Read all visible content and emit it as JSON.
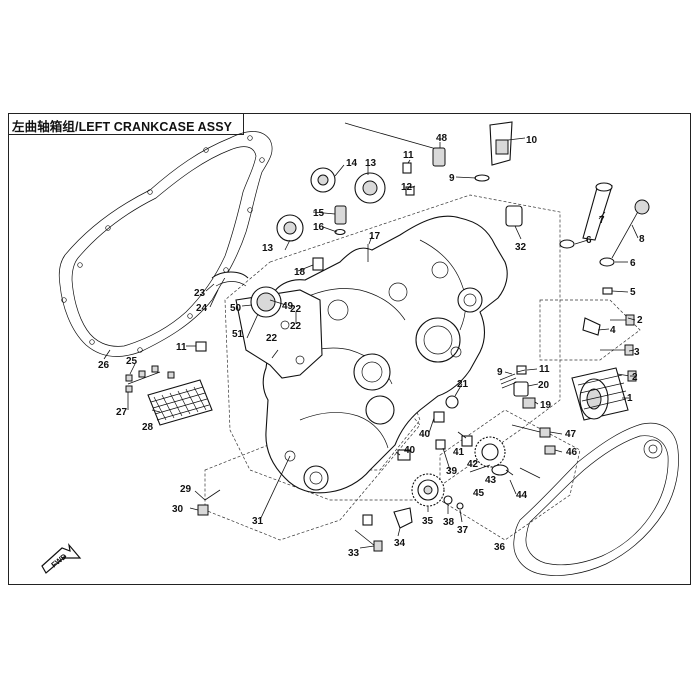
{
  "title": "左曲轴箱组/LEFT CRANKCASE ASSY",
  "fwd_label": "FWD",
  "callouts": [
    {
      "name": "callout-1",
      "text": "1"
    },
    {
      "name": "callout-2a",
      "text": "2"
    },
    {
      "name": "callout-2b",
      "text": "2"
    },
    {
      "name": "callout-3",
      "text": "3"
    },
    {
      "name": "callout-4",
      "text": "4"
    },
    {
      "name": "callout-5",
      "text": "5"
    },
    {
      "name": "callout-6a",
      "text": "6"
    },
    {
      "name": "callout-6b",
      "text": "6"
    },
    {
      "name": "callout-7",
      "text": "7"
    },
    {
      "name": "callout-8",
      "text": "8"
    },
    {
      "name": "callout-9a",
      "text": "9"
    },
    {
      "name": "callout-9b",
      "text": "9"
    },
    {
      "name": "callout-10",
      "text": "10"
    },
    {
      "name": "callout-11a",
      "text": "11"
    },
    {
      "name": "callout-11b",
      "text": "11"
    },
    {
      "name": "callout-11c",
      "text": "11"
    },
    {
      "name": "callout-12",
      "text": "12"
    },
    {
      "name": "callout-13a",
      "text": "13"
    },
    {
      "name": "callout-13b",
      "text": "13"
    },
    {
      "name": "callout-14",
      "text": "14"
    },
    {
      "name": "callout-15",
      "text": "15"
    },
    {
      "name": "callout-16",
      "text": "16"
    },
    {
      "name": "callout-17",
      "text": "17"
    },
    {
      "name": "callout-18",
      "text": "18"
    },
    {
      "name": "callout-19",
      "text": "19"
    },
    {
      "name": "callout-20",
      "text": "20"
    },
    {
      "name": "callout-21",
      "text": "21"
    },
    {
      "name": "callout-22a",
      "text": "22"
    },
    {
      "name": "callout-22b",
      "text": "22"
    },
    {
      "name": "callout-22c",
      "text": "22"
    },
    {
      "name": "callout-23",
      "text": "23"
    },
    {
      "name": "callout-24",
      "text": "24"
    },
    {
      "name": "callout-25",
      "text": "25"
    },
    {
      "name": "callout-26",
      "text": "26"
    },
    {
      "name": "callout-27",
      "text": "27"
    },
    {
      "name": "callout-28",
      "text": "28"
    },
    {
      "name": "callout-29",
      "text": "29"
    },
    {
      "name": "callout-30",
      "text": "30"
    },
    {
      "name": "callout-31",
      "text": "31"
    },
    {
      "name": "callout-32",
      "text": "32"
    },
    {
      "name": "callout-33",
      "text": "33"
    },
    {
      "name": "callout-34",
      "text": "34"
    },
    {
      "name": "callout-35",
      "text": "35"
    },
    {
      "name": "callout-36",
      "text": "36"
    },
    {
      "name": "callout-37",
      "text": "37"
    },
    {
      "name": "callout-38",
      "text": "38"
    },
    {
      "name": "callout-39",
      "text": "39"
    },
    {
      "name": "callout-40a",
      "text": "40"
    },
    {
      "name": "callout-40b",
      "text": "40"
    },
    {
      "name": "callout-41",
      "text": "41"
    },
    {
      "name": "callout-42",
      "text": "42"
    },
    {
      "name": "callout-43",
      "text": "43"
    },
    {
      "name": "callout-44",
      "text": "44"
    },
    {
      "name": "callout-45",
      "text": "45"
    },
    {
      "name": "callout-46",
      "text": "46"
    },
    {
      "name": "callout-47",
      "text": "47"
    },
    {
      "name": "callout-48",
      "text": "48"
    },
    {
      "name": "callout-49",
      "text": "49"
    },
    {
      "name": "callout-50",
      "text": "50"
    },
    {
      "name": "callout-51",
      "text": "51"
    }
  ]
}
